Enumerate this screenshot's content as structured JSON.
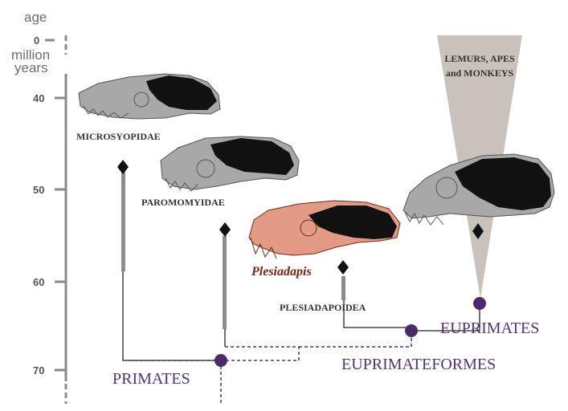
{
  "axis": {
    "title": "age",
    "zero_label": "0",
    "unit_line1": "million",
    "unit_line2": "years",
    "ticks": [
      "40",
      "50",
      "60",
      "70"
    ]
  },
  "taxa": {
    "microsyopidae": "MICROSYOPIDAE",
    "paromomyidae": "PAROMOMYIDAE",
    "plesiadapis": "Plesiadapis",
    "plesiadapoidea": "PLESIADAPOIDEA",
    "lemurs_line1": "LEMURS, APES",
    "lemurs_line2": "and MONKEYS"
  },
  "clades": {
    "primates": "PRIMATES",
    "euprimateformes": "EUPRIMATEFORMES",
    "euprimates": "EUPRIMATES"
  },
  "colors": {
    "axis": "#8a8a8a",
    "node": "#4a2a6a",
    "clade_text": "#4f3577",
    "skull_grey": "#a8a8a8",
    "skull_pink": "#e39b86",
    "brain": "#111111",
    "wedge": "#c9c1bc",
    "range_bar": "#8c8c8c"
  }
}
